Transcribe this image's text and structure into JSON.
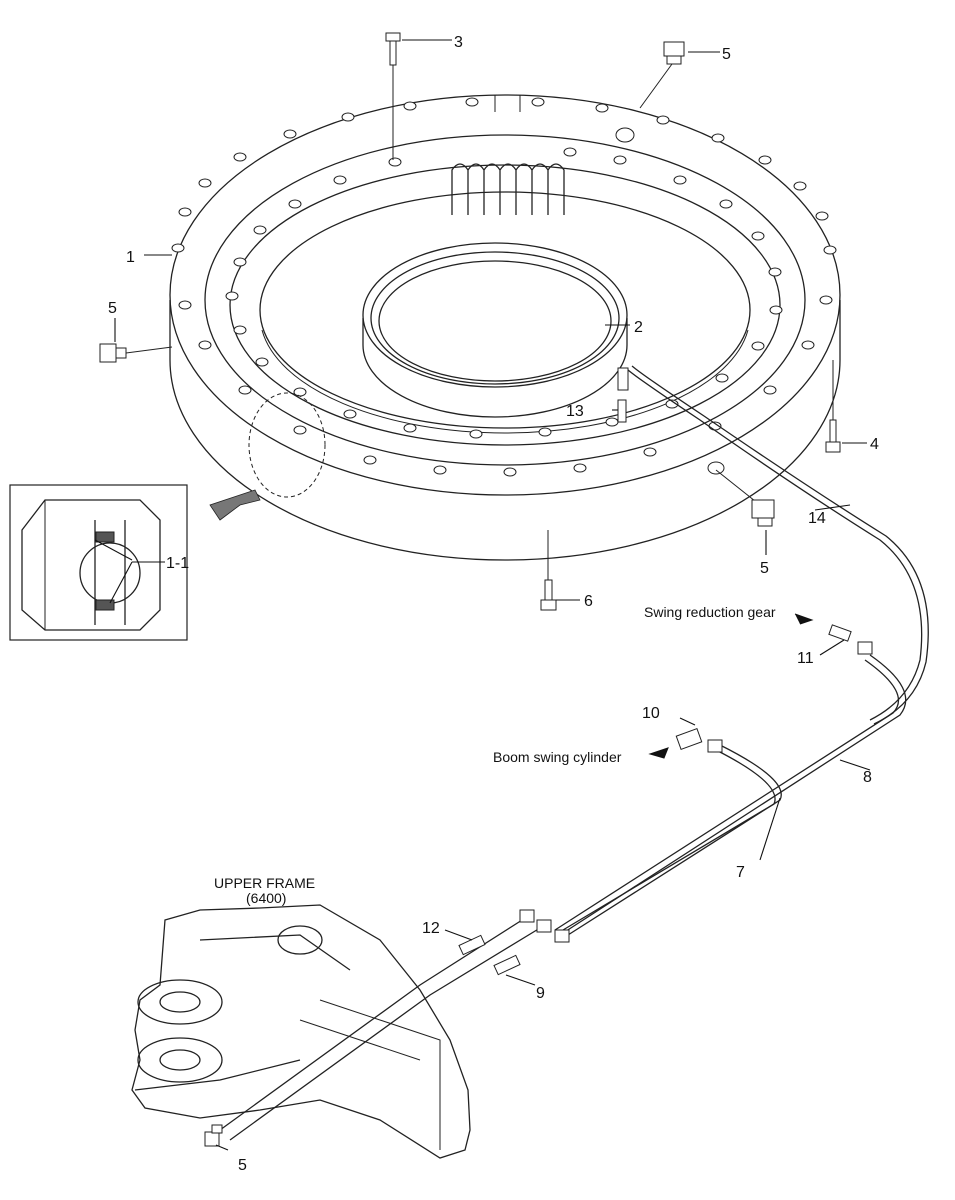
{
  "parts": {
    "p1": "1",
    "p1_1": "1-1",
    "p2": "2",
    "p3": "3",
    "p4": "4",
    "p5_top": "5",
    "p5_left": "5",
    "p5_mid": "5",
    "p5_bottom": "5",
    "p6": "6",
    "p7": "7",
    "p8": "8",
    "p9": "9",
    "p10": "10",
    "p11": "11",
    "p12": "12",
    "p13": "13",
    "p14": "14"
  },
  "notes": {
    "swing_reduction_gear": "Swing reduction gear",
    "boom_swing_cylinder": "Boom swing cylinder",
    "upper_frame": "UPPER FRAME",
    "upper_frame_code": "(6400)"
  }
}
